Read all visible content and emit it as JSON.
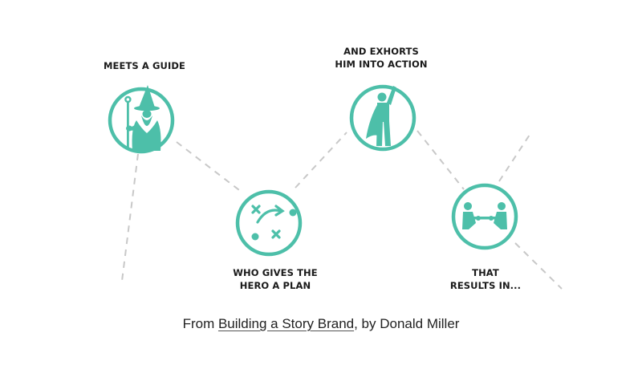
{
  "colors": {
    "accent": "#4dbfa9",
    "connector": "#c8c8c8",
    "text": "#1a1a1a"
  },
  "steps": [
    {
      "line1": "MEETS A GUIDE",
      "line2": "",
      "icon": "wizard-icon"
    },
    {
      "line1": "WHO GIVES THE",
      "line2": "HERO A PLAN",
      "icon": "game-plan-icon"
    },
    {
      "line1": "AND EXHORTS",
      "line2": "HIM INTO ACTION",
      "icon": "hero-cape-icon"
    },
    {
      "line1": "THAT",
      "line2": "RESULTS IN...",
      "icon": "tug-of-war-icon"
    }
  ],
  "caption": {
    "prefix": "From ",
    "book": "Building a Story Brand",
    "suffix": ", by Donald Miller"
  }
}
